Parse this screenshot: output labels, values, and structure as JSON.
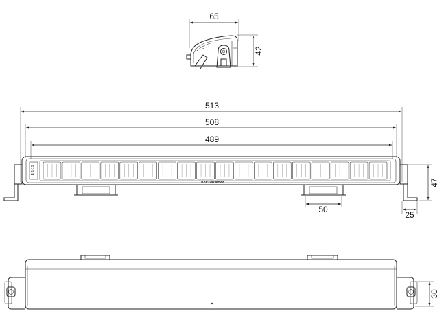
{
  "dimensions": {
    "side_width": "65",
    "side_height": "42",
    "overall_length": "513",
    "housing_length": "508",
    "lens_length": "489",
    "front_height": "47",
    "bracket_spacing": "50",
    "bracket_depth": "25",
    "top_depth": "30"
  },
  "labels": {
    "brand": "RAPTOR·MAXX",
    "lamp_mark": "E 1-15"
  }
}
